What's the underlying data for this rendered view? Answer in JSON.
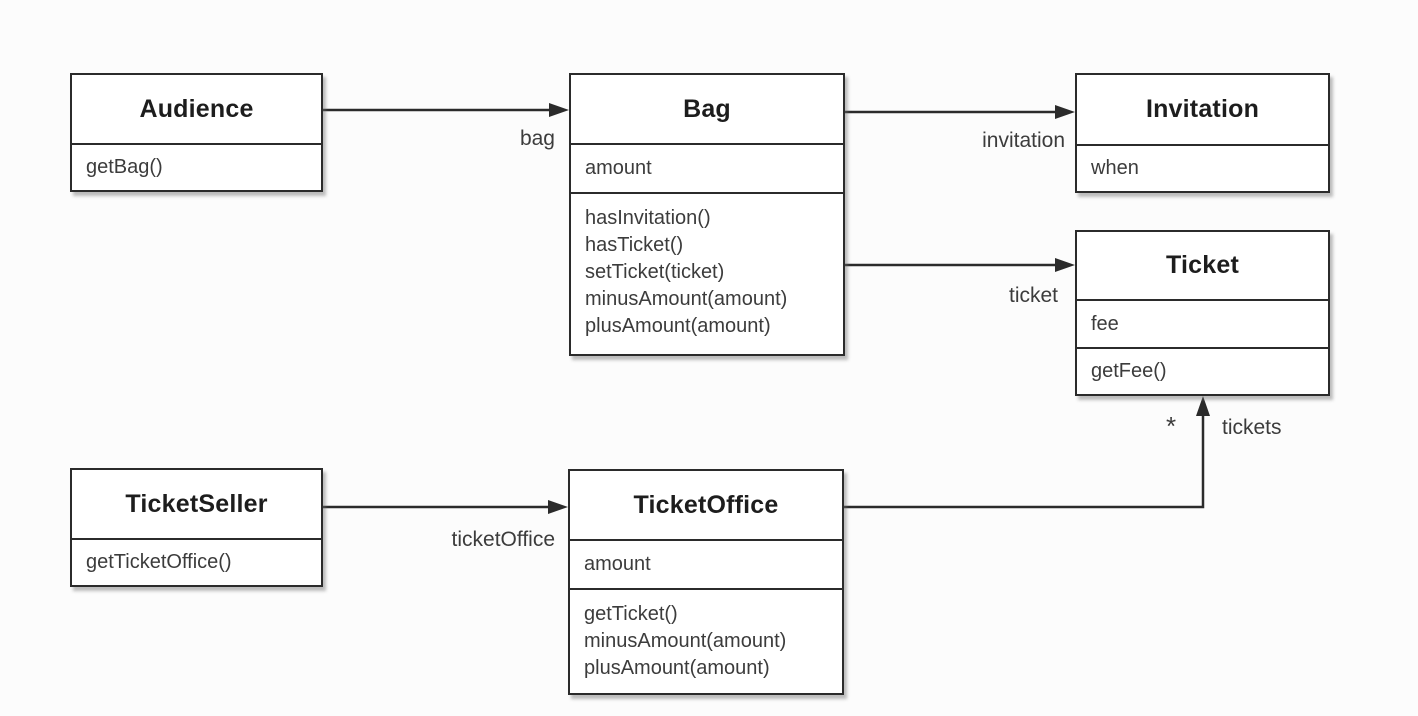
{
  "diagram": {
    "type": "uml-class-diagram",
    "colors": {
      "line": "#2b2b2b",
      "text": "#3c3c3c",
      "title_text": "#1d1d1d",
      "box_fill": "#ffffff",
      "background": "#fcfcfc"
    },
    "classes": [
      {
        "name": "Audience",
        "attributes": [],
        "methods": [
          "getBag()"
        ]
      },
      {
        "name": "Bag",
        "attributes": [
          "amount"
        ],
        "methods": [
          "hasInvitation()",
          "hasTicket()",
          "setTicket(ticket)",
          "minusAmount(amount)",
          "plusAmount(amount)"
        ]
      },
      {
        "name": "Invitation",
        "attributes": [
          "when"
        ],
        "methods": []
      },
      {
        "name": "Ticket",
        "attributes": [
          "fee"
        ],
        "methods": [
          "getFee()"
        ]
      },
      {
        "name": "TicketSeller",
        "attributes": [],
        "methods": [
          "getTicketOffice()"
        ]
      },
      {
        "name": "TicketOffice",
        "attributes": [
          "amount"
        ],
        "methods": [
          "getTicket()",
          "minusAmount(amount)",
          "plusAmount(amount)"
        ]
      }
    ],
    "associations": [
      {
        "from": "Audience",
        "to": "Bag",
        "label": "bag"
      },
      {
        "from": "Bag",
        "to": "Invitation",
        "label": "invitation"
      },
      {
        "from": "Bag",
        "to": "Ticket",
        "label": "ticket"
      },
      {
        "from": "TicketSeller",
        "to": "TicketOffice",
        "label": "ticketOffice"
      },
      {
        "from": "TicketOffice",
        "to": "Ticket",
        "label": "tickets",
        "multiplicity": "*"
      }
    ]
  }
}
